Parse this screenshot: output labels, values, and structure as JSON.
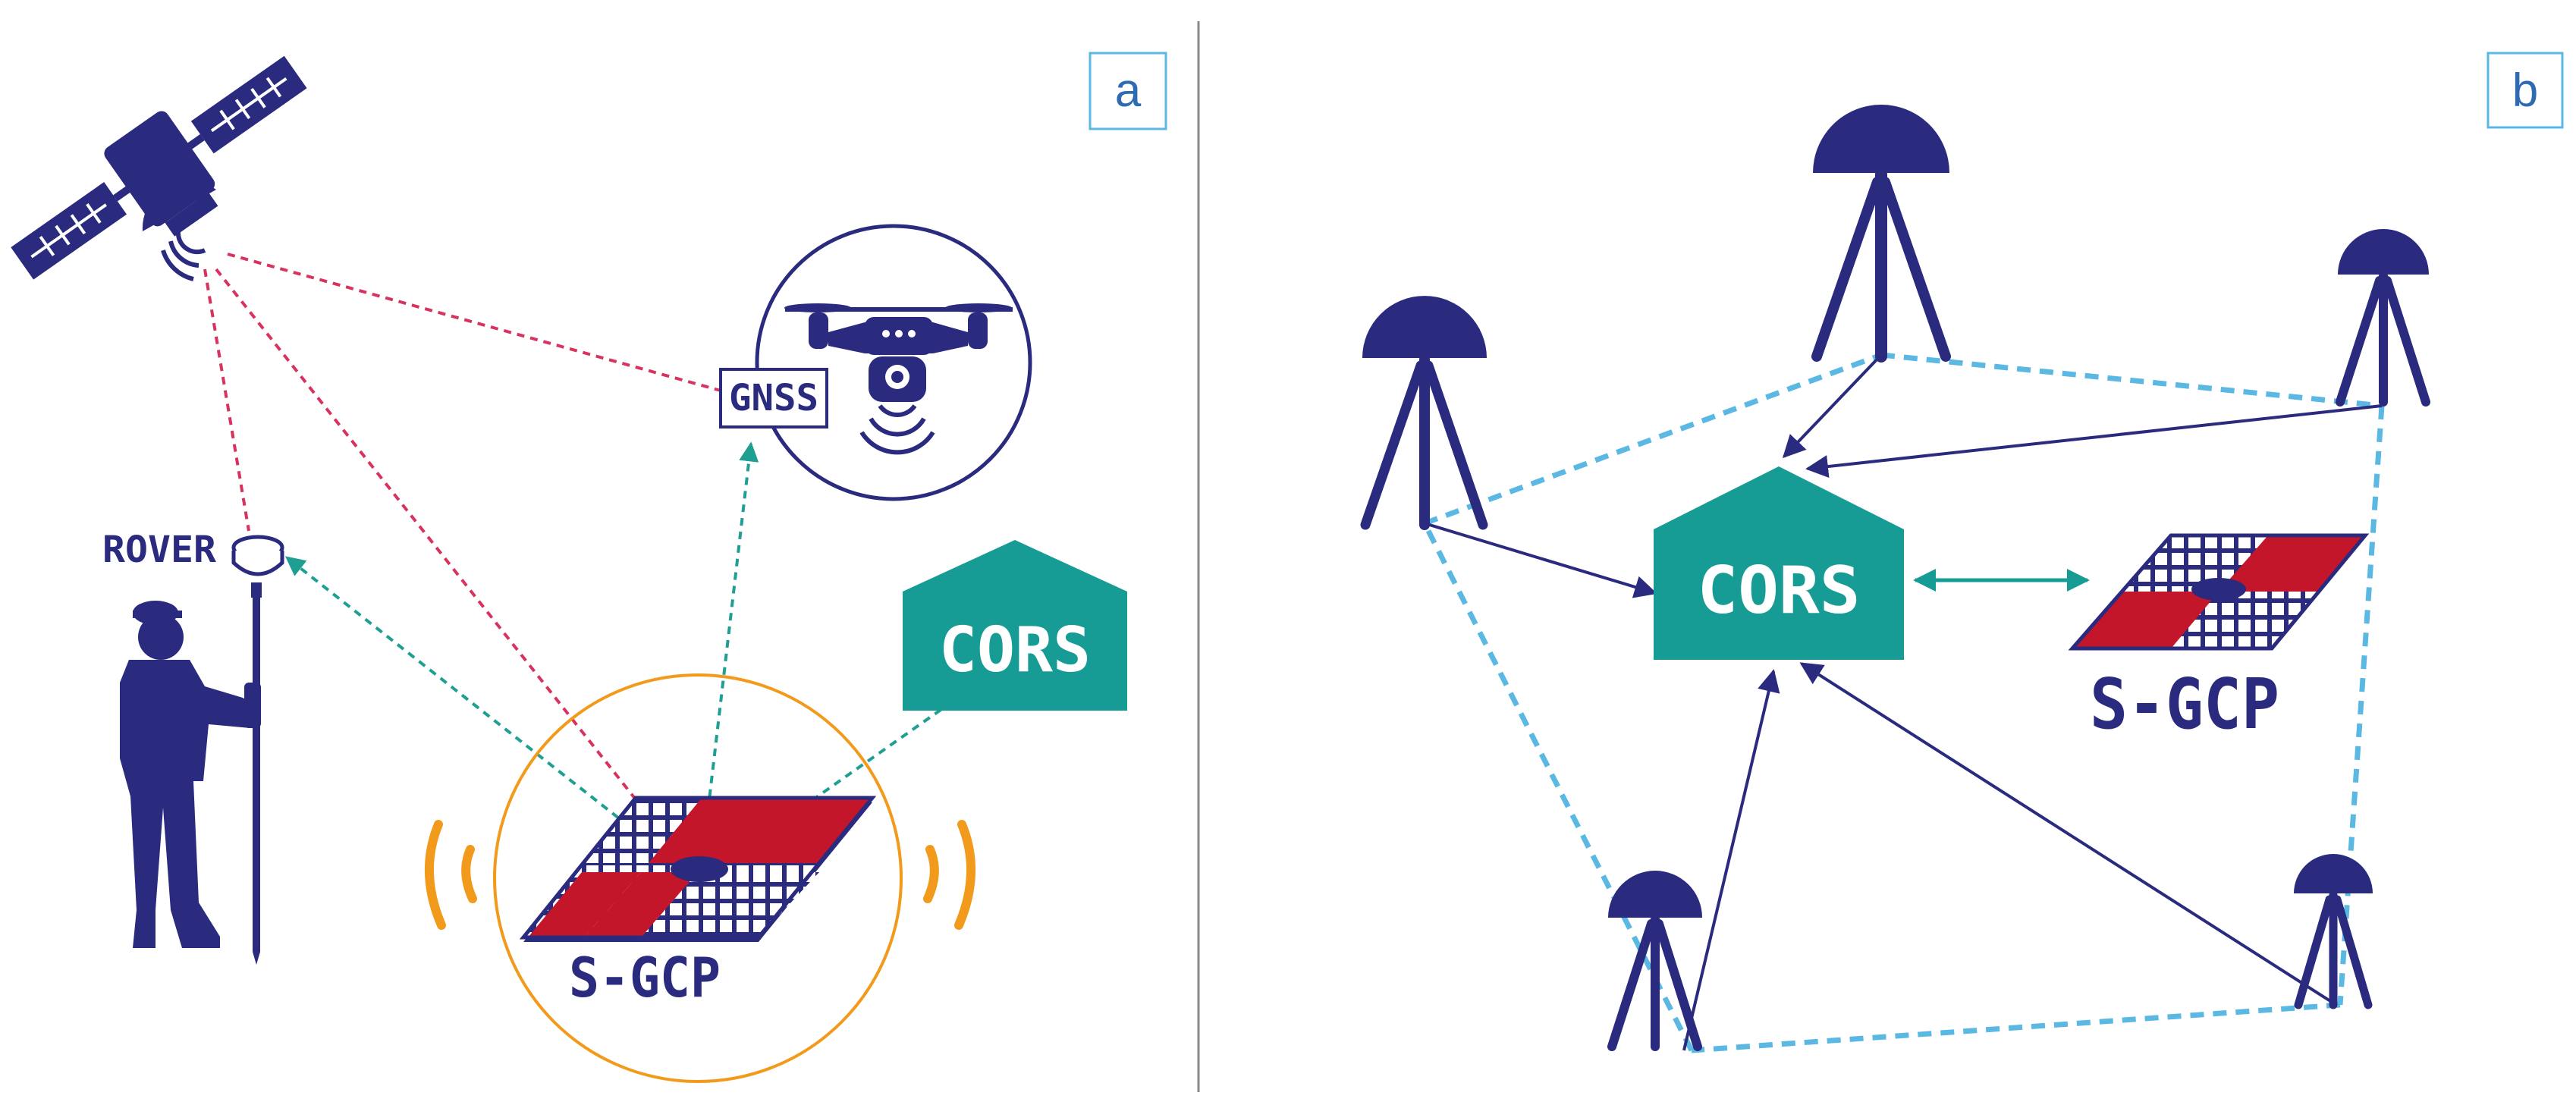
{
  "colors": {
    "navy": "#2a2a7e",
    "teal": "#169b95",
    "red": "#c3162b",
    "pink_dotted": "#d8325f",
    "teal_dotted": "#1f9f92",
    "light_blue_dashed": "#5ab8e3",
    "orange": "#f29a1b",
    "divider": "#8a8a8a",
    "tag_border": "#5ab8e3",
    "tag_text": "#2f6bb3"
  },
  "panel_a": {
    "tag": "a",
    "rover_label": "ROVER",
    "gnss_label": "GNSS",
    "cors_label": "CORS",
    "sgcp_label": "S-GCP",
    "icons": [
      "satellite-icon",
      "drone-icon",
      "surveyor-icon",
      "gnss-antenna-icon",
      "signal-waves-icon"
    ]
  },
  "panel_b": {
    "tag": "b",
    "cors_label": "CORS",
    "sgcp_label": "S-GCP",
    "icons": [
      "reference-station-icon"
    ]
  }
}
